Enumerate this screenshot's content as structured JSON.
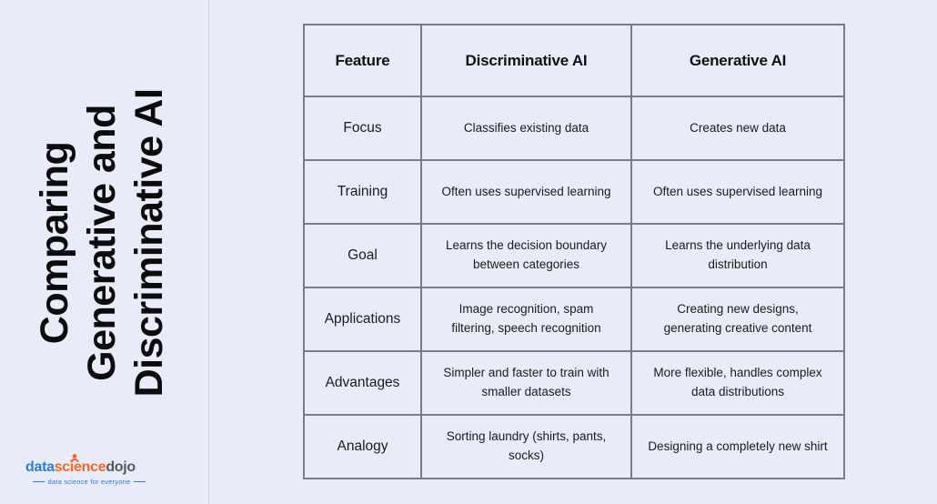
{
  "title": {
    "lines": [
      "Comparing",
      "Generative and",
      "Discriminative AI"
    ]
  },
  "table": {
    "headers": [
      "Feature",
      "Discriminative AI",
      "Generative AI"
    ],
    "rows": [
      {
        "feature": "Focus",
        "discriminative": "Classifies existing data",
        "generative": "Creates new data"
      },
      {
        "feature": "Training",
        "discriminative": "Often uses supervised learning",
        "generative": "Often uses supervised learning"
      },
      {
        "feature": "Goal",
        "discriminative": "Learns the decision boundary between categories",
        "generative": "Learns the underlying data distribution"
      },
      {
        "feature": "Applications",
        "discriminative": "Image recognition, spam filtering, speech recognition",
        "generative": "Creating new designs, generating creative content"
      },
      {
        "feature": "Advantages",
        "discriminative": "Simpler and faster to train with smaller datasets",
        "generative": "More flexible, handles complex data distributions"
      },
      {
        "feature": "Analogy",
        "discriminative": "Sorting laundry (shirts, pants, socks)",
        "generative": "Designing a completely new shirt"
      }
    ]
  },
  "logo": {
    "part_data": "data",
    "part_science": "science",
    "part_dojo": "dojo",
    "tagline": "data science for everyone",
    "colors": {
      "blue": "#2e7cd6",
      "orange": "#f26a25",
      "gray": "#58595b"
    }
  },
  "colors": {
    "background": "#e9ebf8",
    "table_border": "#7a7a80",
    "text": "#1b1b1b",
    "title_text": "#0c0c0c"
  }
}
